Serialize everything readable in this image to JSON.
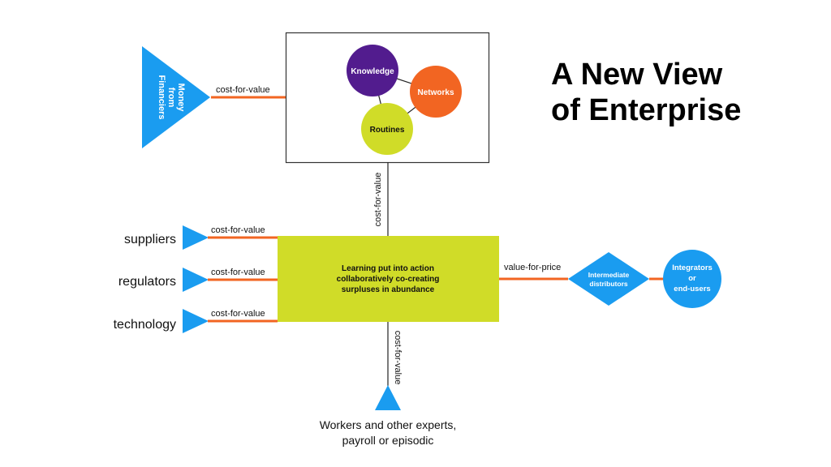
{
  "title": {
    "line1": "A New View",
    "line2": "of Enterprise"
  },
  "colors": {
    "blue": "#1a9cf0",
    "orange": "#f26522",
    "green": "#d0dc28",
    "purple": "#521c8e",
    "line": "#222222"
  },
  "financiers": {
    "lines": [
      "Money",
      "from",
      "Financiers"
    ],
    "link_label": "cost-for-value"
  },
  "capabilities": {
    "circles": [
      {
        "label": "Knowledge",
        "color": "#521c8e"
      },
      {
        "label": "Networks",
        "color": "#f26522"
      },
      {
        "label": "Routines",
        "color": "#d0dc28"
      }
    ],
    "link_label": "cost-for-value"
  },
  "core": {
    "lines": [
      "Learning put into action",
      "collaboratively co-creating",
      "surpluses in abundance"
    ]
  },
  "inputs": [
    {
      "label": "suppliers",
      "link_label": "cost-for-value"
    },
    {
      "label": "regulators",
      "link_label": "cost-for-value"
    },
    {
      "label": "technology",
      "link_label": "cost-for-value"
    }
  ],
  "output": {
    "link_label": "value-for-price",
    "distributor_lines": [
      "Intermediate",
      "distributors"
    ],
    "end_lines": [
      "Integrators",
      "or",
      "end-users"
    ]
  },
  "workers": {
    "link_label": "cost-for-value",
    "lines": [
      "Workers and other experts,",
      "payroll or episodic"
    ]
  }
}
